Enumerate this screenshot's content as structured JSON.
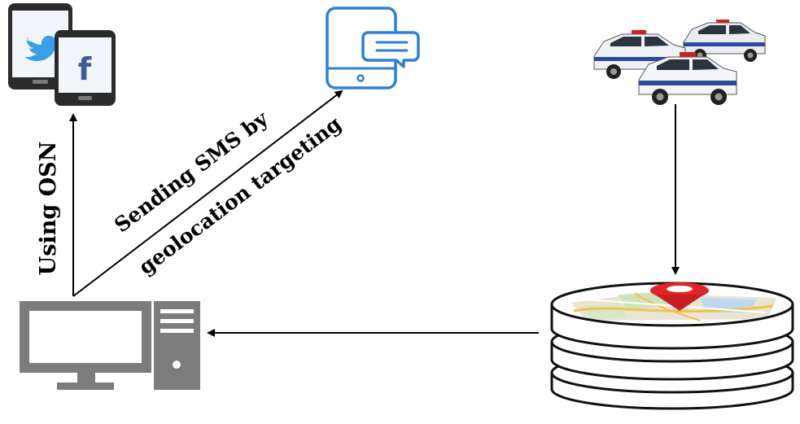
{
  "labels": {
    "using_osn": "Using OSN",
    "sms_line1": "Sending SMS by",
    "sms_line2": "geolocation targeting"
  },
  "logos": {
    "facebook_letter": "f"
  },
  "icons": {
    "twitter_phone": "twitter-bird-icon",
    "facebook_phone": "facebook-icon",
    "tablet": "tablet-chat-icon",
    "police_cars": "police-cars-icon",
    "database": "database-icon",
    "location_pin": "location-pin-icon",
    "computer": "desktop-computer-icon"
  },
  "colors": {
    "twitter_blue": "#3a9fe8",
    "facebook_blue": "#3b5d9a",
    "tablet_blue": "#2f7fd3",
    "pin_red": "#e0262a",
    "computer_gray": "#7c7c7c",
    "arrow": "#000000"
  }
}
